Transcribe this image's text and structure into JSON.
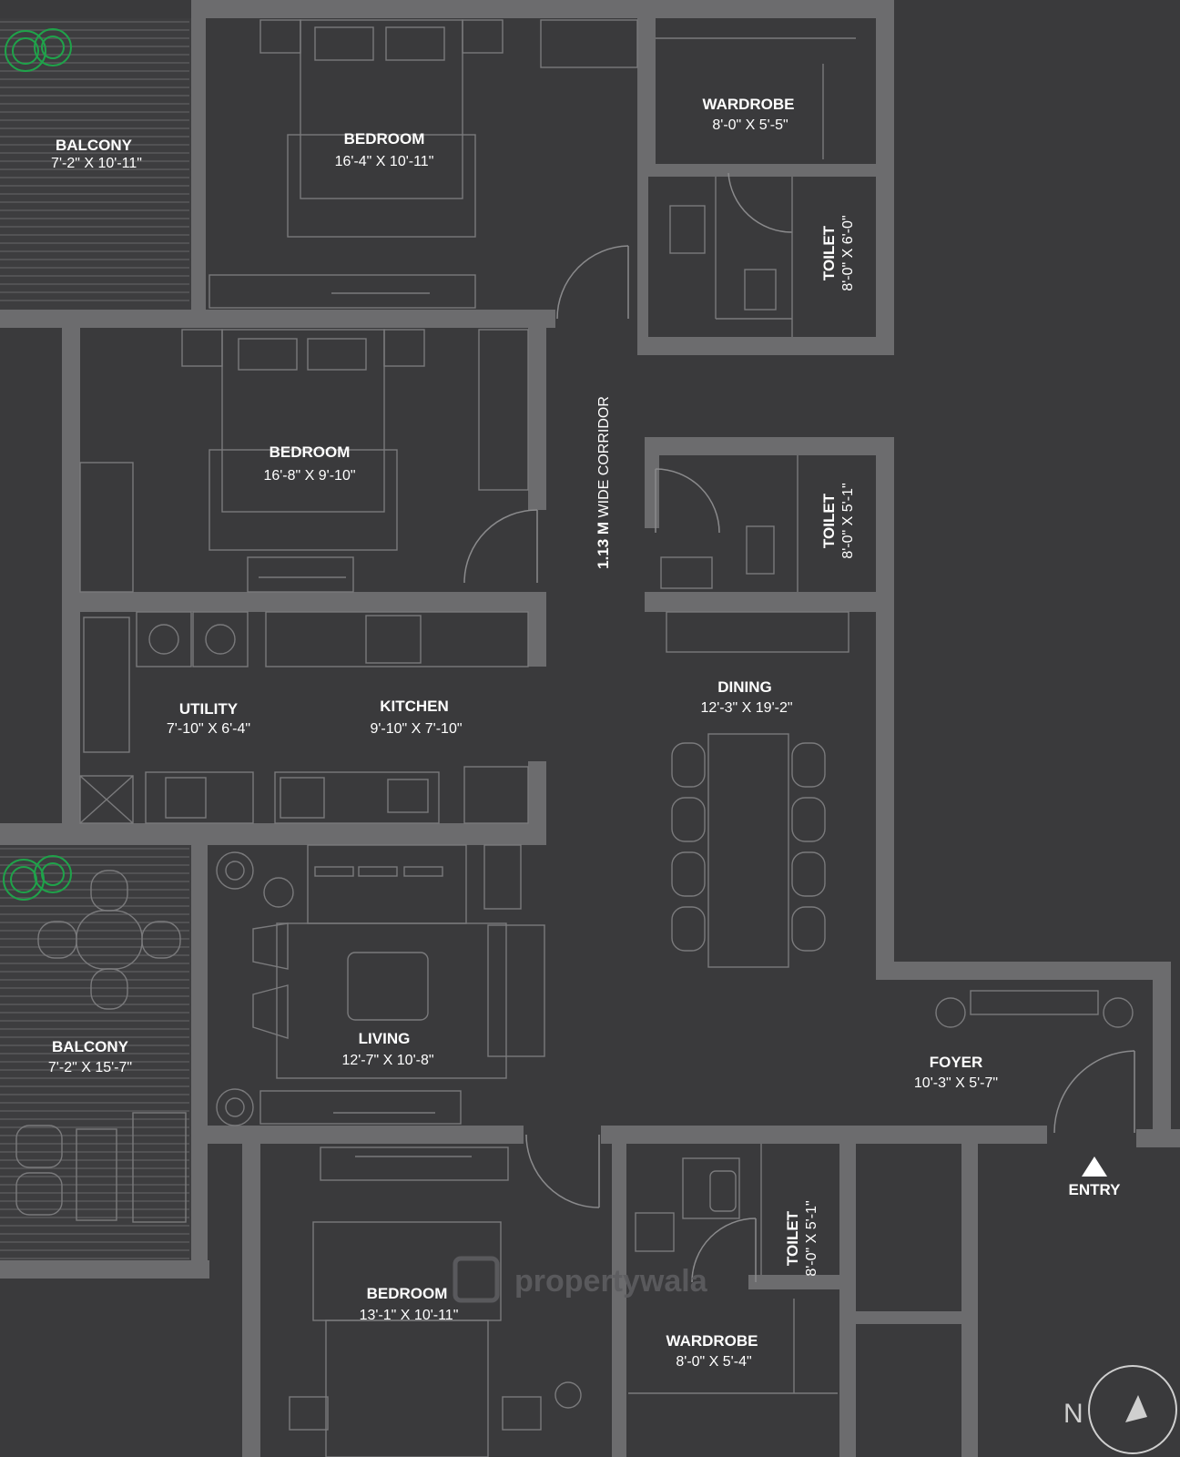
{
  "rooms": {
    "balcony_top": {
      "name": "BALCONY",
      "dims": "7'-2\" X 10'-11\""
    },
    "bedroom_1": {
      "name": "BEDROOM",
      "dims": "16'-4\" X 10'-11\""
    },
    "wardrobe_top": {
      "name": "WARDROBE",
      "dims": "8'-0\" X 5'-5\""
    },
    "toilet_1": {
      "name": "TOILET",
      "dims": "8'-0\" X 6'-0\""
    },
    "bedroom_2": {
      "name": "BEDROOM",
      "dims": "16'-8\" X 9'-10\""
    },
    "toilet_2": {
      "name": "TOILET",
      "dims": "8'-0\" X 5'-1\""
    },
    "utility": {
      "name": "UTILITY",
      "dims": "7'-10\" X 6'-4\""
    },
    "kitchen": {
      "name": "KITCHEN",
      "dims": "9'-10\" X 7'-10\""
    },
    "dining": {
      "name": "DINING",
      "dims": "12'-3\" X 19'-2\""
    },
    "balcony_bottom": {
      "name": "BALCONY",
      "dims": "7'-2\" X 15'-7\""
    },
    "living": {
      "name": "LIVING",
      "dims": "12'-7\" X 10'-8\""
    },
    "foyer": {
      "name": "FOYER",
      "dims": "10'-3\" X 5'-7\""
    },
    "toilet_3": {
      "name": "TOILET",
      "dims": "8'-0\" X 5'-1\""
    },
    "bedroom_3": {
      "name": "BEDROOM",
      "dims": "13'-1\" X 10'-11\""
    },
    "wardrobe_bottom": {
      "name": "WARDROBE",
      "dims": "8'-0\" X 5'-4\""
    }
  },
  "corridor": {
    "bold": "1.13 M",
    "rest": " WIDE CORRIDOR"
  },
  "entry_label": "ENTRY",
  "north_label": "N",
  "watermark": "propertywala",
  "colors": {
    "background": "#3a3a3c",
    "wall": "#6c6c6e",
    "text": "#ffffff",
    "plant": "#1fa34a"
  }
}
